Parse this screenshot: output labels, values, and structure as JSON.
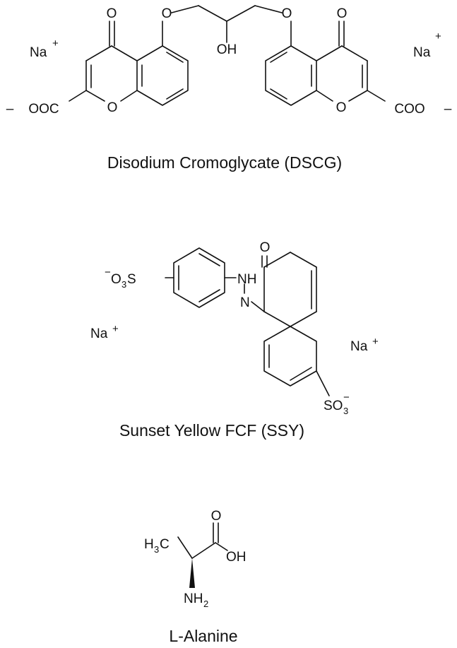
{
  "molecules": {
    "dscg": {
      "name": "Disodium Cromoglycate (DSCG)",
      "atoms": {
        "o_carbonyl": "O",
        "o_ether": "O",
        "oh": "OH",
        "o_ring": "O",
        "na": "Na",
        "plus": "+",
        "minus": "–",
        "carboxylate_left": "OOC",
        "carboxylate_right": "COO"
      }
    },
    "ssy": {
      "name": "Sunset Yellow FCF  (SSY)",
      "atoms": {
        "minus": "−",
        "o3s_o": "O",
        "o3s_sub": "3",
        "o3s_s": "S",
        "nh": "NH",
        "n": "N",
        "o": "O",
        "na": "Na",
        "plus": "+",
        "so3_so": "SO",
        "so3_sub": "3"
      }
    },
    "alanine": {
      "name": "L-Alanine",
      "atoms": {
        "h3c_h": "H",
        "h3c_sub": "3",
        "h3c_c": "C",
        "o": "O",
        "oh": "OH",
        "nh2_nh": "NH",
        "nh2_sub": "2"
      }
    }
  }
}
